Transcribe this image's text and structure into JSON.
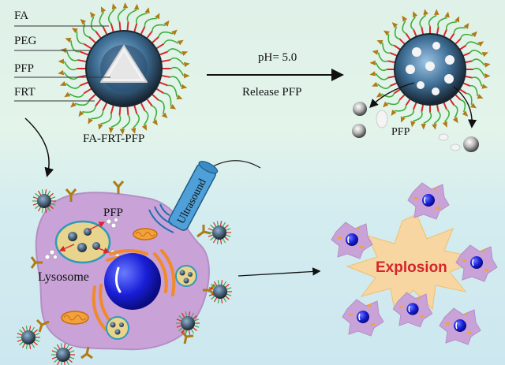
{
  "labels": {
    "fa": "FA",
    "peg": "PEG",
    "pfp": "PFP",
    "frt": "FRT",
    "particle": "FA-FRT-PFP",
    "ph": "pH= 5.0",
    "release": "Release PFP",
    "pfp_released": "PFP",
    "pfp_cell": "PFP",
    "lysosome": "Lysosome",
    "ultrasound": "Ultrasound",
    "explosion": "Explosion"
  },
  "colors": {
    "core_dark": "#1e2a36",
    "core_blue": "#5a8fb4",
    "peg_green": "#3fae3a",
    "frt_red": "#d9262b",
    "fa_tip": "#b07a14",
    "cell": "#c9a2d8",
    "nucleus": "#1a1fd8",
    "explosion": "#f7d6a2",
    "explosion_text": "#d2262b"
  }
}
